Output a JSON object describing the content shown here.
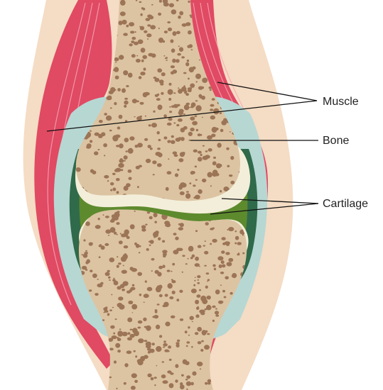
{
  "labels": {
    "muscle": "Muscle",
    "bone": "Bone",
    "cartilage": "Cartilage"
  },
  "colors": {
    "skin": "#f5dcc4",
    "muscle": "#e04a63",
    "muscle_light": "#f2a6b6",
    "membrane": "#b7d7d3",
    "joint_capsule_dark": "#2f6a4a",
    "synovial_fluid": "#5e8a2e",
    "cartilage": "#f3eed9",
    "bone": "#dcc4a2",
    "bone_pores": "#9c7456",
    "leader_line": "#111111"
  }
}
